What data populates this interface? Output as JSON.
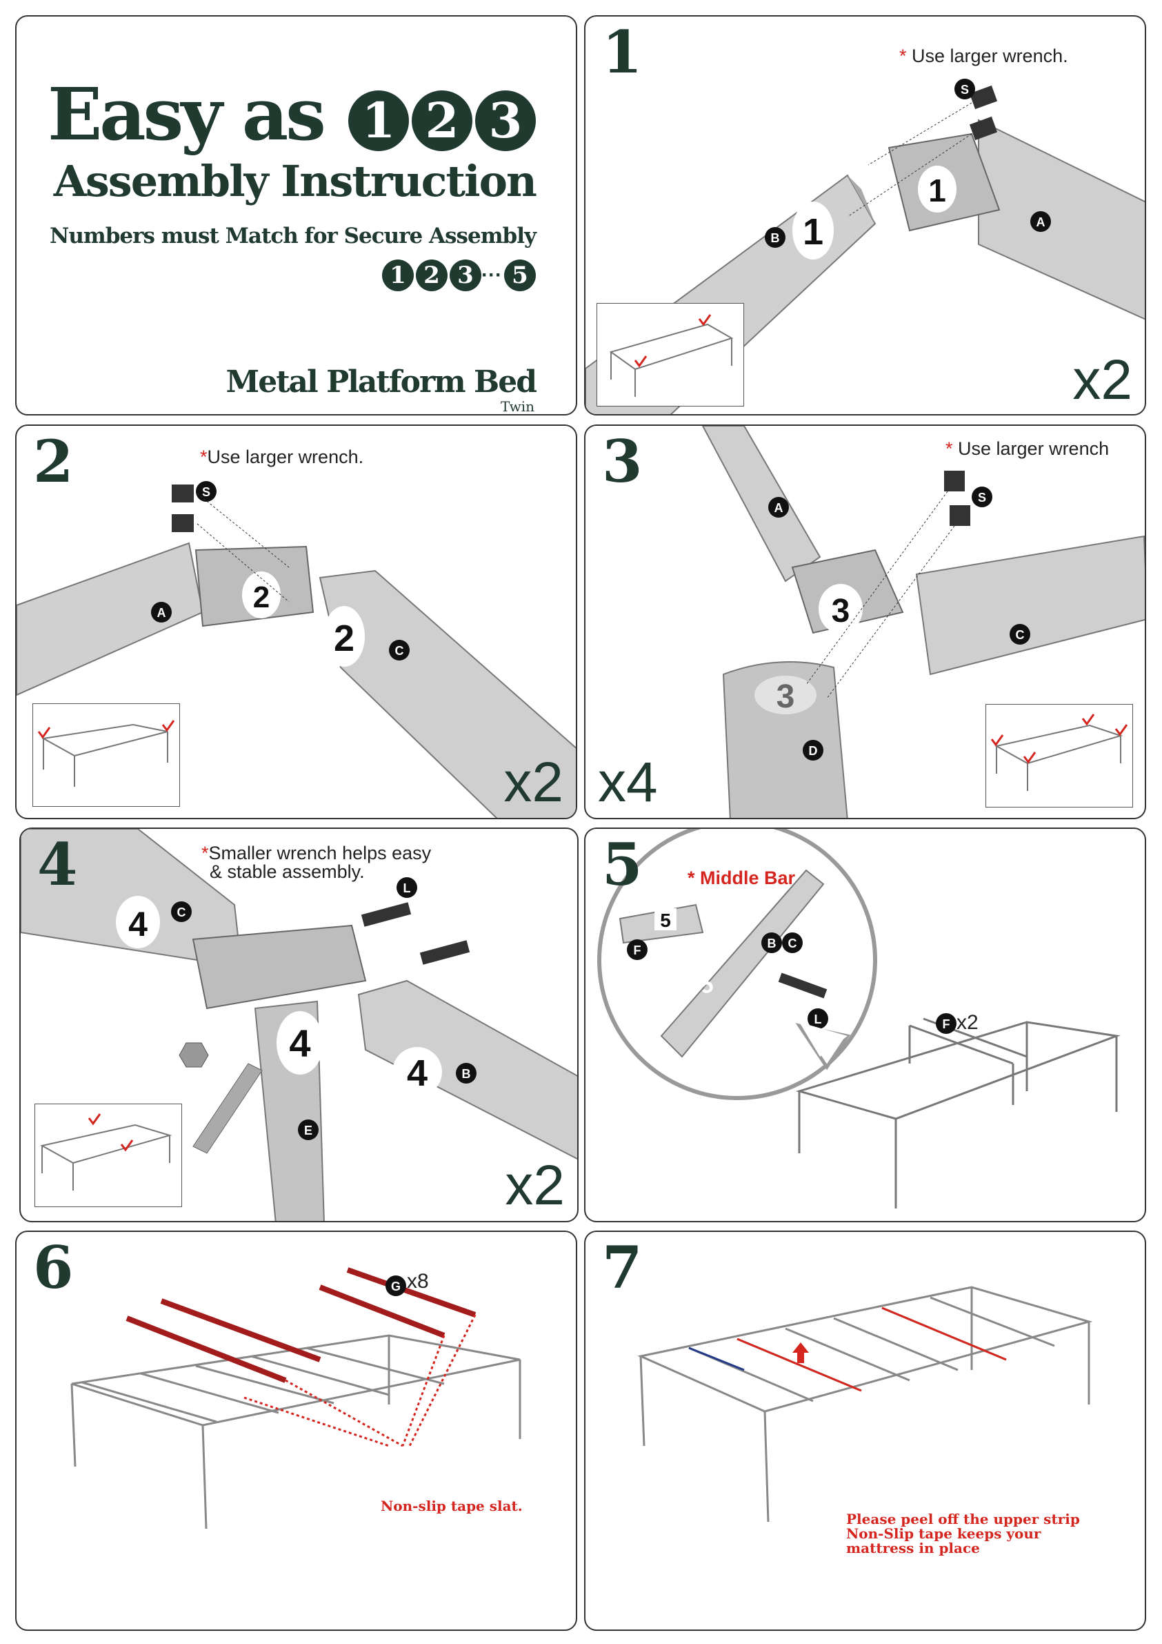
{
  "cover": {
    "title_prefix": "Easy as",
    "title_nums": [
      "1",
      "2",
      "3"
    ],
    "subtitle": "Assembly Instruction",
    "tagline": "Numbers must Match for Secure Assembly",
    "sequence": [
      "1",
      "2",
      "3",
      "5"
    ],
    "sequence_sep": "···",
    "product": "Metal Platform Bed",
    "size": "Twin"
  },
  "steps": [
    {
      "num": "1",
      "note_star": "*",
      "note": " Use larger wrench.",
      "multiplier": "x2",
      "bolt_label": "S",
      "parts": [
        "A",
        "B"
      ],
      "marker": "1"
    },
    {
      "num": "2",
      "note_star": "*",
      "note": "Use larger wrench.",
      "multiplier": "x2",
      "bolt_label": "S",
      "parts": [
        "A",
        "C"
      ],
      "marker": "2"
    },
    {
      "num": "3",
      "note_star": "*",
      "note": " Use larger wrench",
      "multiplier": "x4",
      "bolt_label": "S",
      "parts": [
        "A",
        "C",
        "D"
      ],
      "marker": "3"
    },
    {
      "num": "4",
      "note_star": "*",
      "note": "Smaller wrench helps easy",
      "note2": "& stable assembly.",
      "multiplier": "x2",
      "bolt_label": "L",
      "parts": [
        "C",
        "B",
        "E"
      ],
      "marker": "4"
    },
    {
      "num": "5",
      "note_star": "*",
      "note": " Middle Bar",
      "multiplier": "x2",
      "bolt_label": "L",
      "parts": [
        "F",
        "B",
        "C"
      ],
      "marker": "5"
    },
    {
      "num": "6",
      "multiplier": "x8",
      "part": "G",
      "red_note": "Non-slip tape slat."
    },
    {
      "num": "7",
      "red_note_lines": [
        "Please peel off the upper strip",
        "Non-Slip tape keeps your",
        "mattress in place"
      ]
    }
  ],
  "colors": {
    "brand": "#213a30",
    "accent_red": "#d5251f",
    "metal": "#c9c9c9"
  }
}
